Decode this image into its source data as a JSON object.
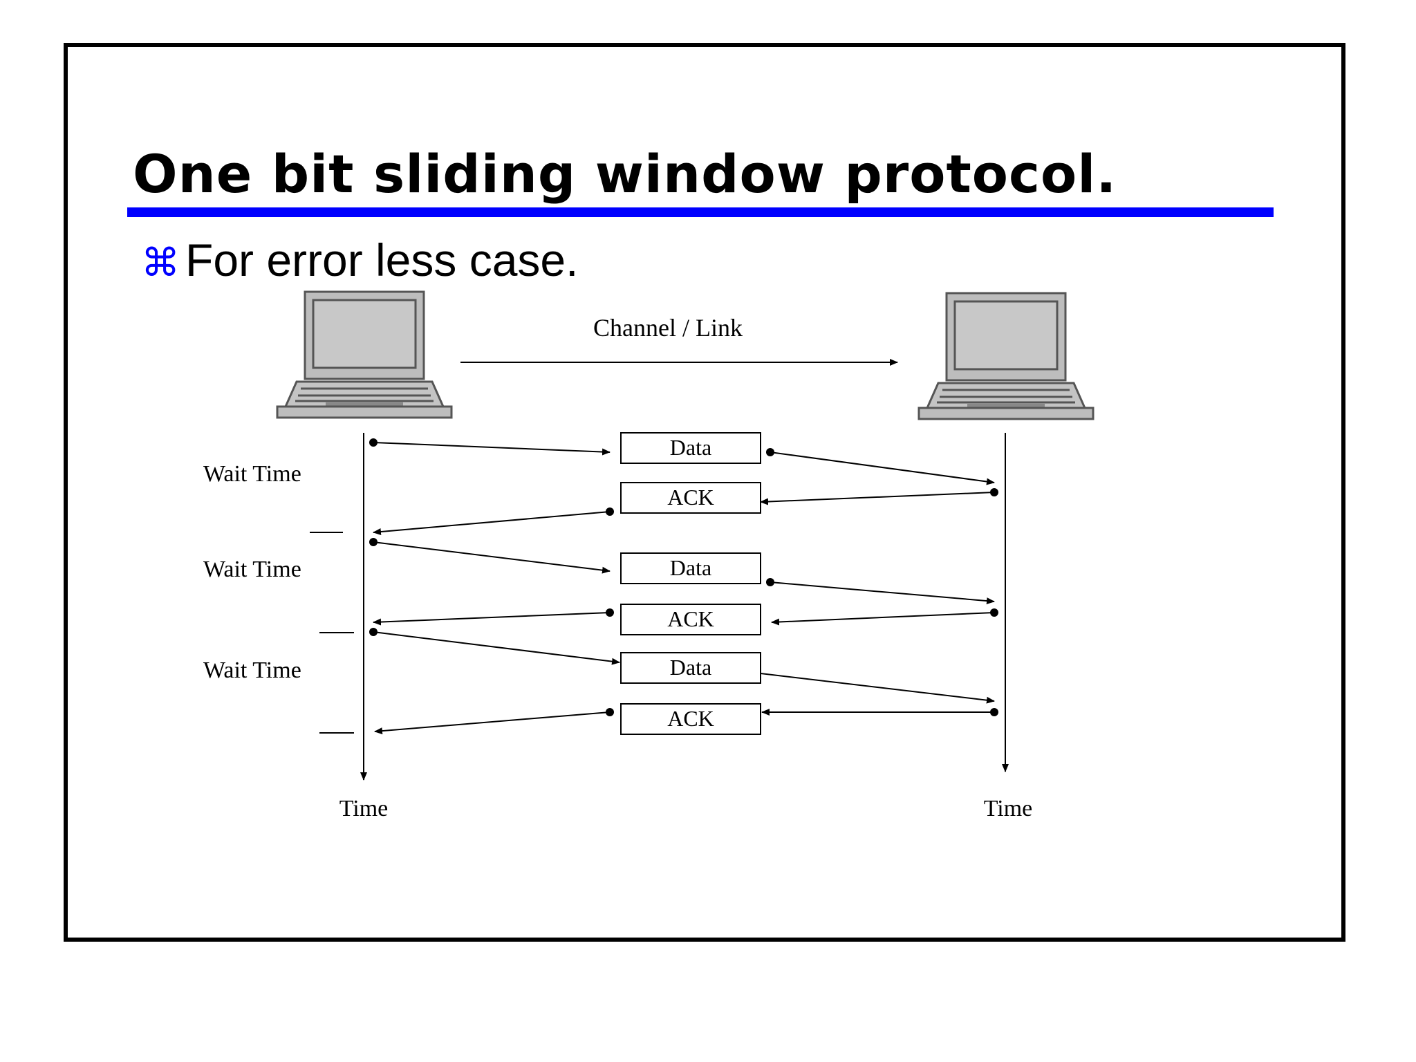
{
  "slide": {
    "title": "One bit sliding window protocol.",
    "bullet_symbol": "⌘",
    "bullet_text": "For error less case.",
    "title_rule_color": "#0000ff"
  },
  "diagram": {
    "channel_label": "Channel / Link",
    "sender_icon": "laptop-icon",
    "receiver_icon": "laptop-icon",
    "wait_labels": [
      "Wait Time",
      "Wait Time",
      "Wait Time"
    ],
    "frame_labels": [
      "Data",
      "ACK",
      "Data",
      "ACK",
      "Data",
      "ACK"
    ],
    "sender_axis_label": "Time",
    "receiver_axis_label": "Time"
  }
}
